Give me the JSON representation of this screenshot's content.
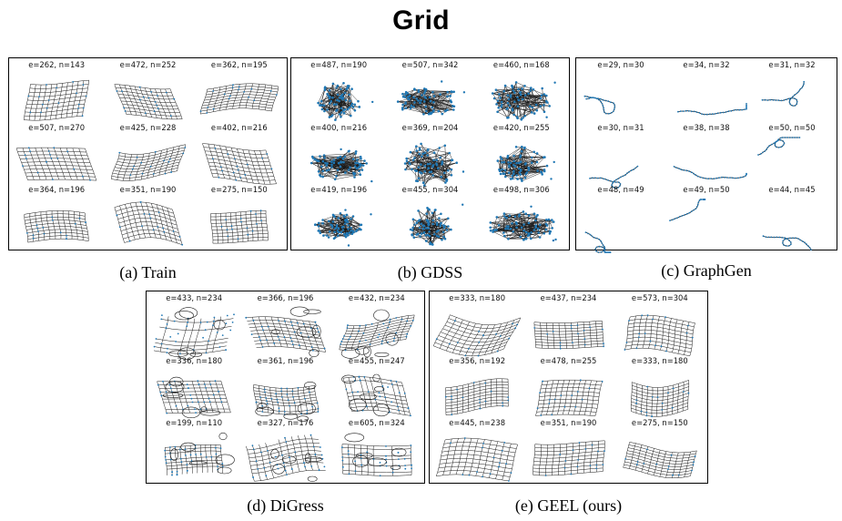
{
  "figure": {
    "title": "Grid",
    "colors": {
      "edge": "#1a1a1a",
      "node": "#1f77b4",
      "frame": "#000000"
    },
    "panels": [
      {
        "id": "train",
        "caption": "(a) Train",
        "style": "mesh-grid",
        "graphs": [
          {
            "label": "e=262, n=143"
          },
          {
            "label": "e=472, n=252"
          },
          {
            "label": "e=362, n=195"
          },
          {
            "label": "e=507, n=270"
          },
          {
            "label": "e=425, n=228"
          },
          {
            "label": "e=402, n=216"
          },
          {
            "label": "e=364, n=196"
          },
          {
            "label": "e=351, n=190"
          },
          {
            "label": "e=275, n=150"
          }
        ]
      },
      {
        "id": "gdss",
        "caption": "(b) GDSS",
        "style": "dense-blob",
        "graphs": [
          {
            "label": "e=487, n=190"
          },
          {
            "label": "e=507, n=342"
          },
          {
            "label": "e=460, n=168"
          },
          {
            "label": "e=400, n=216"
          },
          {
            "label": "e=369, n=204"
          },
          {
            "label": "e=420, n=255"
          },
          {
            "label": "e=419, n=196"
          },
          {
            "label": "e=455, n=304"
          },
          {
            "label": "e=498, n=306"
          }
        ]
      },
      {
        "id": "graphgen",
        "caption": "(c) GraphGen",
        "style": "path-curve",
        "graphs": [
          {
            "label": "e=29, n=30"
          },
          {
            "label": "e=34, n=32"
          },
          {
            "label": "e=31, n=32"
          },
          {
            "label": "e=30, n=31"
          },
          {
            "label": "e=38, n=38"
          },
          {
            "label": "e=50, n=50"
          },
          {
            "label": "e=48, n=49"
          },
          {
            "label": "e=49, n=50"
          },
          {
            "label": "e=44, n=45"
          }
        ]
      },
      {
        "id": "digress",
        "caption": "(d) DiGress",
        "style": "broken-mesh",
        "graphs": [
          {
            "label": "e=433, n=234"
          },
          {
            "label": "e=366, n=196"
          },
          {
            "label": "e=432, n=234"
          },
          {
            "label": "e=336, n=180"
          },
          {
            "label": "e=361, n=196"
          },
          {
            "label": "e=455, n=247"
          },
          {
            "label": "e=199, n=110"
          },
          {
            "label": "e=327, n=176"
          },
          {
            "label": "e=605, n=324"
          }
        ]
      },
      {
        "id": "geel",
        "caption": "(e) GEEL (ours)",
        "style": "mesh-grid",
        "graphs": [
          {
            "label": "e=333, n=180"
          },
          {
            "label": "e=437, n=234"
          },
          {
            "label": "e=573, n=304"
          },
          {
            "label": "e=356, n=192"
          },
          {
            "label": "e=478, n=255"
          },
          {
            "label": "e=333, n=180"
          },
          {
            "label": "e=445, n=238"
          },
          {
            "label": "e=351, n=190"
          },
          {
            "label": "e=275, n=150"
          }
        ]
      }
    ]
  }
}
